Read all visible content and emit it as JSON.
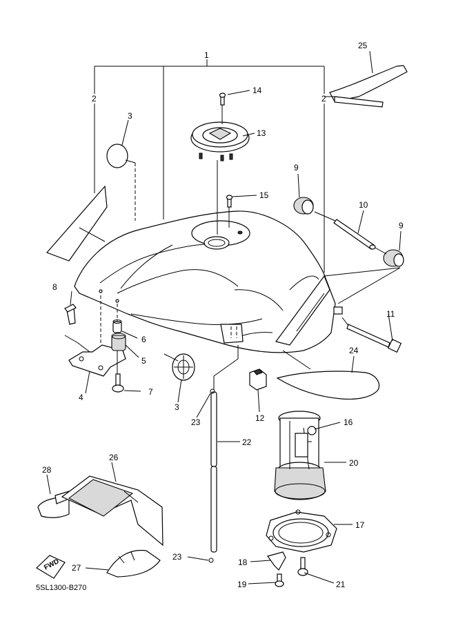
{
  "diagram_code": "5SL1300-B270",
  "fwd_label": "FWD",
  "callouts": [
    {
      "id": "c1",
      "label": "1"
    },
    {
      "id": "c2a",
      "label": "2"
    },
    {
      "id": "c2b",
      "label": "2"
    },
    {
      "id": "c3a",
      "label": "3"
    },
    {
      "id": "c3b",
      "label": "3"
    },
    {
      "id": "c4",
      "label": "4"
    },
    {
      "id": "c5",
      "label": "5"
    },
    {
      "id": "c6",
      "label": "6"
    },
    {
      "id": "c7",
      "label": "7"
    },
    {
      "id": "c8",
      "label": "8"
    },
    {
      "id": "c9a",
      "label": "9"
    },
    {
      "id": "c9b",
      "label": "9"
    },
    {
      "id": "c10",
      "label": "10"
    },
    {
      "id": "c11",
      "label": "11"
    },
    {
      "id": "c12",
      "label": "12"
    },
    {
      "id": "c13",
      "label": "13"
    },
    {
      "id": "c14",
      "label": "14"
    },
    {
      "id": "c15",
      "label": "15"
    },
    {
      "id": "c16",
      "label": "16"
    },
    {
      "id": "c17",
      "label": "17"
    },
    {
      "id": "c18",
      "label": "18"
    },
    {
      "id": "c19",
      "label": "19"
    },
    {
      "id": "c20",
      "label": "20"
    },
    {
      "id": "c21",
      "label": "21"
    },
    {
      "id": "c22",
      "label": "22"
    },
    {
      "id": "c23a",
      "label": "23"
    },
    {
      "id": "c23b",
      "label": "23"
    },
    {
      "id": "c24",
      "label": "24"
    },
    {
      "id": "c25",
      "label": "25"
    },
    {
      "id": "c26",
      "label": "26"
    },
    {
      "id": "c27",
      "label": "27"
    },
    {
      "id": "c28",
      "label": "28"
    }
  ]
}
